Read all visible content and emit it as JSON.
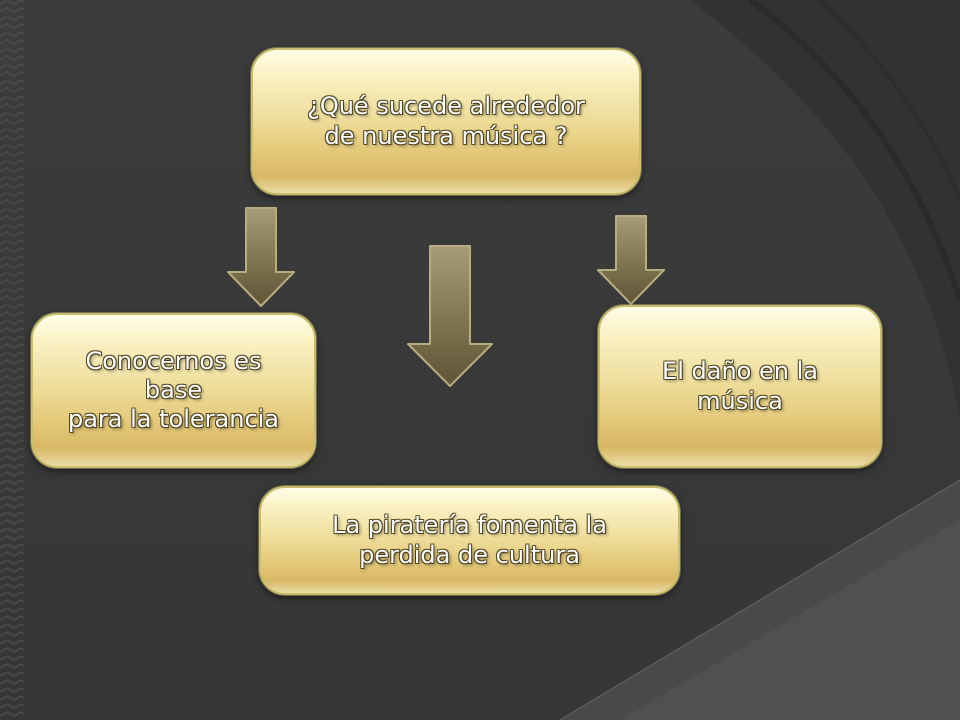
{
  "diagram": {
    "nodes": {
      "top": "¿Qué sucede alrededor\nde nuestra música ?",
      "left": "Conocernos es\nbase\n para la tolerancia",
      "right": "El daño en la\nmúsica",
      "bottom": "La piratería fomenta la\nperdida de cultura"
    },
    "colors": {
      "background": "#3a3a3a",
      "box_fill": "#eedd9a",
      "box_border": "#c8bd6a",
      "arrow_fill": "#7d7450",
      "text": "#ffffff"
    }
  }
}
